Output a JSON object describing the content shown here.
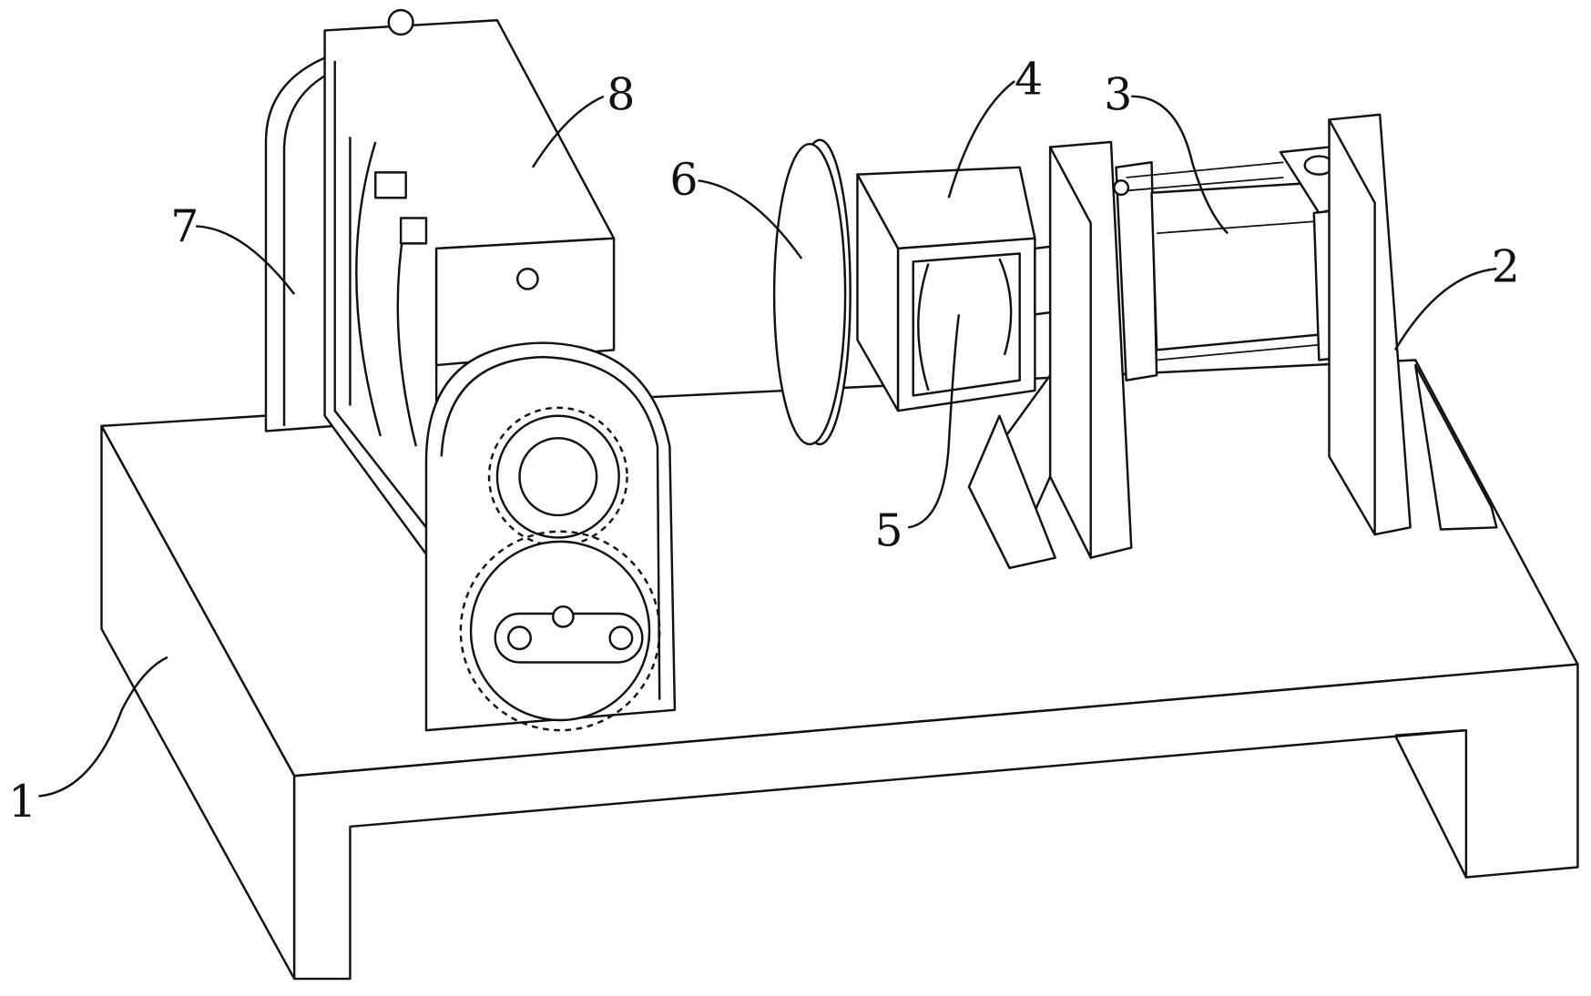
{
  "figure": {
    "labels": [
      {
        "id": "base",
        "text": "1"
      },
      {
        "id": "support-plate",
        "text": "2"
      },
      {
        "id": "cylinder",
        "text": "3"
      },
      {
        "id": "housing-box",
        "text": "4"
      },
      {
        "id": "inner-roller",
        "text": "5"
      },
      {
        "id": "disc",
        "text": "6"
      },
      {
        "id": "motor-housing",
        "text": "7"
      },
      {
        "id": "motor-box",
        "text": "8"
      }
    ],
    "colors": {
      "line": "#111111",
      "background": "#ffffff"
    }
  }
}
